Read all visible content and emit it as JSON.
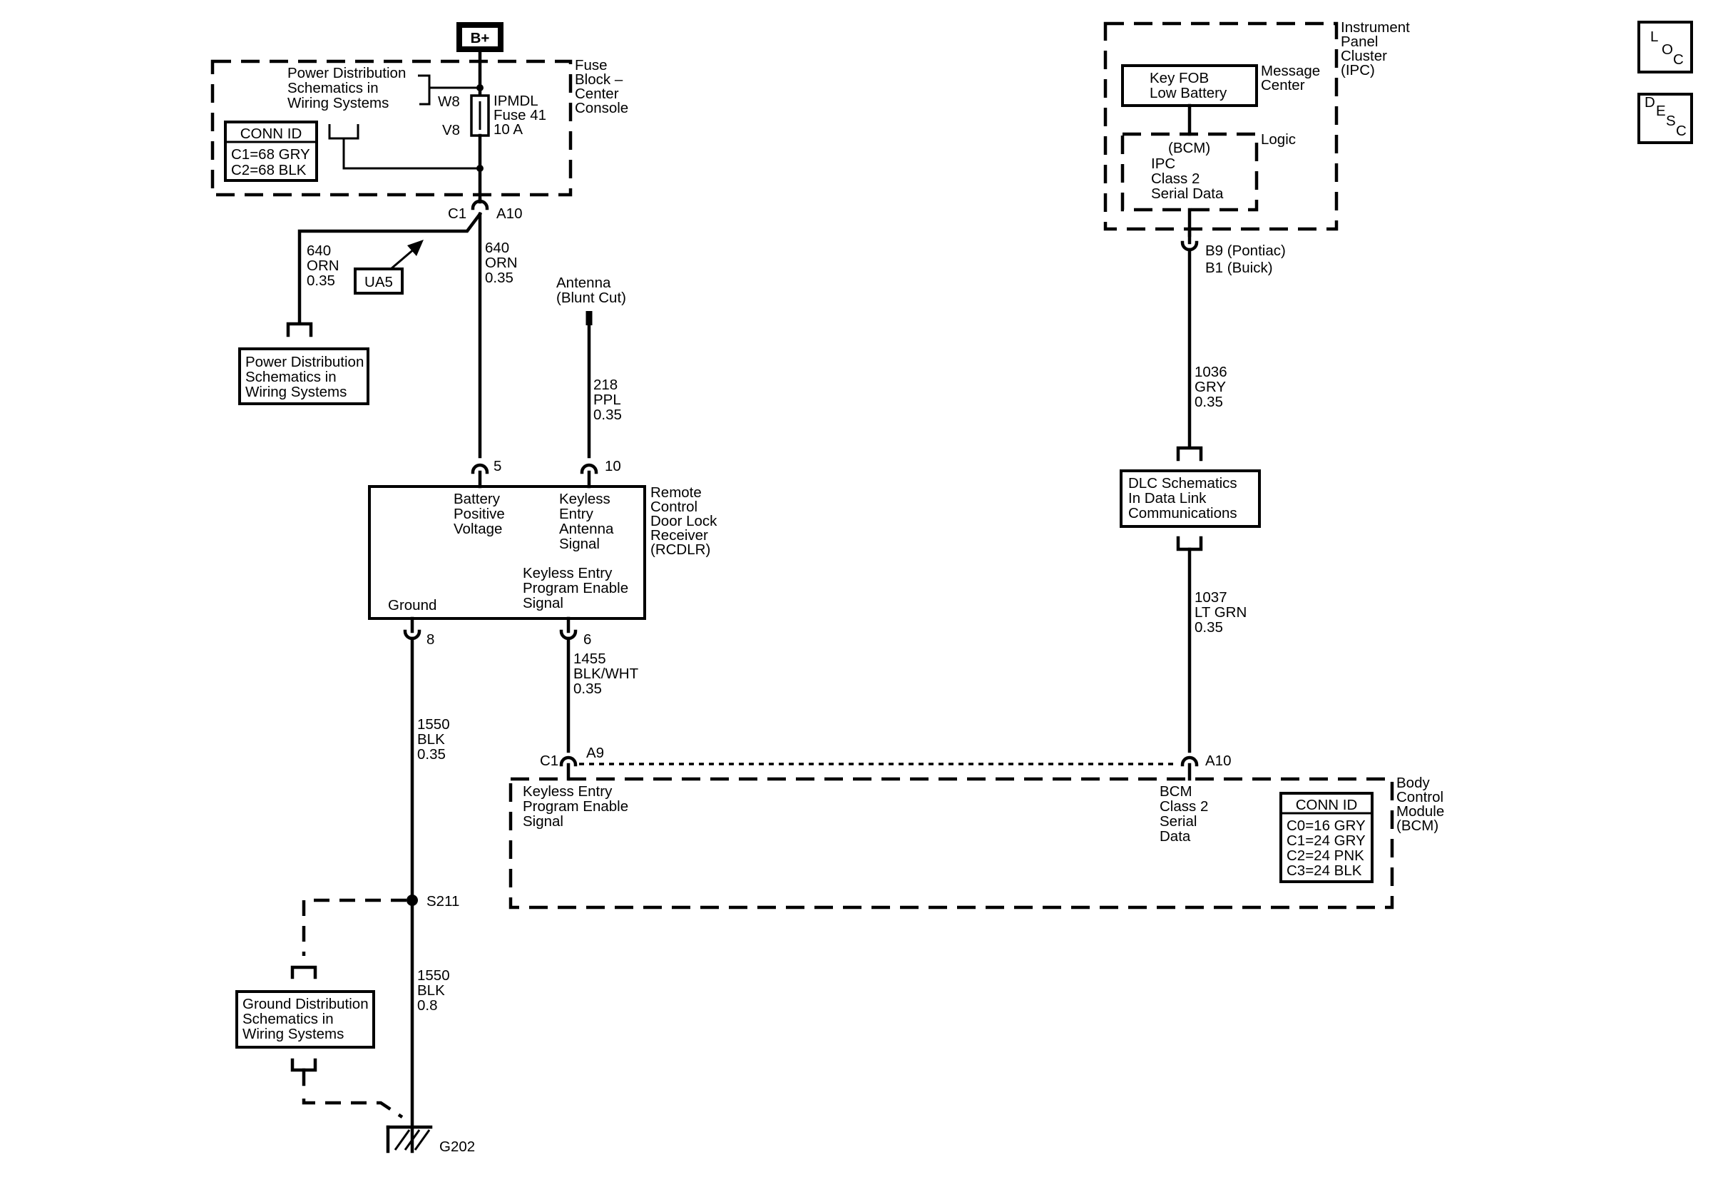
{
  "battery": {
    "label": "B+"
  },
  "fuse_block": {
    "name_lines": [
      "Fuse",
      "Block –",
      "Center",
      "Console"
    ],
    "pds_ref_lines": [
      "Power Distribution",
      "Schematics in",
      "Wiring Systems"
    ],
    "conn_id_title": "CONN ID",
    "conn_ids": [
      "C1=68 GRY",
      "C2=68 BLK"
    ],
    "pin_w8": "W8",
    "pin_v8": "V8",
    "fuse_lines": [
      "IPMDL",
      "Fuse 41",
      "10 A"
    ]
  },
  "connector_c1_top": {
    "conn": "C1",
    "pin": "A10"
  },
  "wire_640_left": [
    "640",
    "ORN",
    "0.35"
  ],
  "wire_640_main": [
    "640",
    "ORN",
    "0.35"
  ],
  "option_ua5": "UA5",
  "pds_box_lower_lines": [
    "Power Distribution",
    "Schematics in",
    "Wiring Systems"
  ],
  "antenna": {
    "lines": [
      "Antenna",
      "(Blunt Cut)"
    ]
  },
  "wire_218": [
    "218",
    "PPL",
    "0.35"
  ],
  "rcdlr": {
    "name_lines": [
      "Remote",
      "Control",
      "Door Lock",
      "Receiver",
      "(RCDLR)"
    ],
    "pin_5": "5",
    "pin_10": "10",
    "pin_8": "8",
    "pin_6": "6",
    "battery_lines": [
      "Battery",
      "Positive",
      "Voltage"
    ],
    "antenna_lines": [
      "Keyless",
      "Entry",
      "Antenna",
      "Signal"
    ],
    "program_lines": [
      "Keyless Entry",
      "Program Enable",
      "Signal"
    ],
    "ground": "Ground"
  },
  "wire_1455": [
    "1455",
    "BLK/WHT",
    "0.35"
  ],
  "wire_1550_upper": [
    "1550",
    "BLK",
    "0.35"
  ],
  "wire_1550_lower": [
    "1550",
    "BLK",
    "0.8"
  ],
  "splice_s211": "S211",
  "gds_box_lines": [
    "Ground Distribution",
    "Schematics in",
    "Wiring Systems"
  ],
  "ground_g202": "G202",
  "ipc": {
    "name_lines": [
      "Instrument",
      "Panel",
      "Cluster",
      "(IPC)"
    ],
    "message_center_lines": [
      "Message",
      "Center"
    ],
    "key_fob_lines": [
      "Key FOB",
      "Low Battery"
    ],
    "logic": "Logic",
    "logic_lines": [
      "(BCM)",
      "IPC",
      "Class 2",
      "Serial Data"
    ],
    "pin_lines": [
      "B9 (Pontiac)",
      "B1 (Buick)"
    ]
  },
  "wire_1036": [
    "1036",
    "GRY",
    "0.35"
  ],
  "dlc_box_lines": [
    "DLC Schematics",
    "In Data Link",
    "Communications"
  ],
  "wire_1037": [
    "1037",
    "LT GRN",
    "0.35"
  ],
  "bcm": {
    "conn_c1": "C1",
    "pin_a9": "A9",
    "pin_a10": "A10",
    "name_lines": [
      "Body",
      "Control",
      "Module",
      "(BCM)"
    ],
    "program_lines": [
      "Keyless Entry",
      "Program Enable",
      "Signal"
    ],
    "serial_lines": [
      "BCM",
      "Class 2",
      "Serial",
      "Data"
    ],
    "conn_id_title": "CONN ID",
    "conn_ids": [
      "C0=16 GRY",
      "C1=24 GRY",
      "C2=24 PNK",
      "C3=24 BLK"
    ]
  },
  "nav_loc": [
    "L",
    "O",
    "C"
  ],
  "nav_desc": [
    "D",
    "E",
    "S",
    "C"
  ]
}
